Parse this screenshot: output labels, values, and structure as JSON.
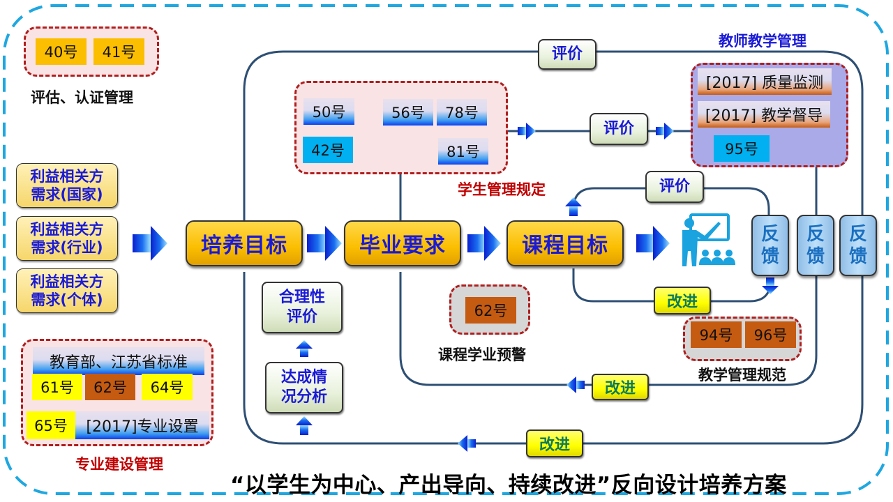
{
  "colors": {
    "outer_dashed_border": "#1fa7e0",
    "group_dashed_border": "#b01e1e",
    "flow_line": "#2e4f74",
    "node_text_blue": "#1a1ad6",
    "improve_text": "#0b7a5c",
    "red_caption": "#c00000",
    "blue_caption": "#1a1ad6",
    "presenter_icon": "#1aa3de"
  },
  "groups": {
    "assessment": {
      "tags": [
        "40号",
        "41号"
      ],
      "caption": "评估、认证管理"
    },
    "major_construction": {
      "standard": "教育部、江苏省标准",
      "tags": [
        "61号",
        "62号",
        "64号",
        "65号"
      ],
      "setting": "[2017]专业设置",
      "caption": "专业建设管理"
    },
    "student_management": {
      "tags": [
        "50号",
        "56号",
        "78号",
        "42号",
        "81号"
      ],
      "caption": "学生管理规定"
    },
    "teacher_management": {
      "caption": "教师教学管理",
      "items": [
        "[2017] 质量监测",
        "[2017] 教学督导"
      ],
      "tag": "95号"
    },
    "course_warning": {
      "tag": "62号",
      "caption": "课程学业预警"
    },
    "teaching_norms": {
      "tags": [
        "94号",
        "96号"
      ],
      "caption": "教学管理规范"
    }
  },
  "stakeholders": [
    {
      "line1": "利益相关方",
      "line2": "需求(国家)"
    },
    {
      "line1": "利益相关方",
      "line2": "需求(行业)"
    },
    {
      "line1": "利益相关方",
      "line2": "需求(个体)"
    }
  ],
  "main_flow": {
    "training_goal": "培养目标",
    "graduation_req": "毕业要求",
    "course_goal": "课程目标"
  },
  "labels": {
    "evaluate": "评价",
    "improve": "改进",
    "feedback_line1": "反",
    "feedback_line2": "馈",
    "rationality_line1": "合理性",
    "rationality_line2": "评价",
    "achievement_line1": "达成情",
    "achievement_line2": "况分析"
  },
  "icons": {
    "teacher": "presentation-teacher-icon",
    "arrow": "gradient-arrow-icon"
  },
  "footer_title": "“以学生为中心、产出导向、持续改进”反向设计培养方案"
}
